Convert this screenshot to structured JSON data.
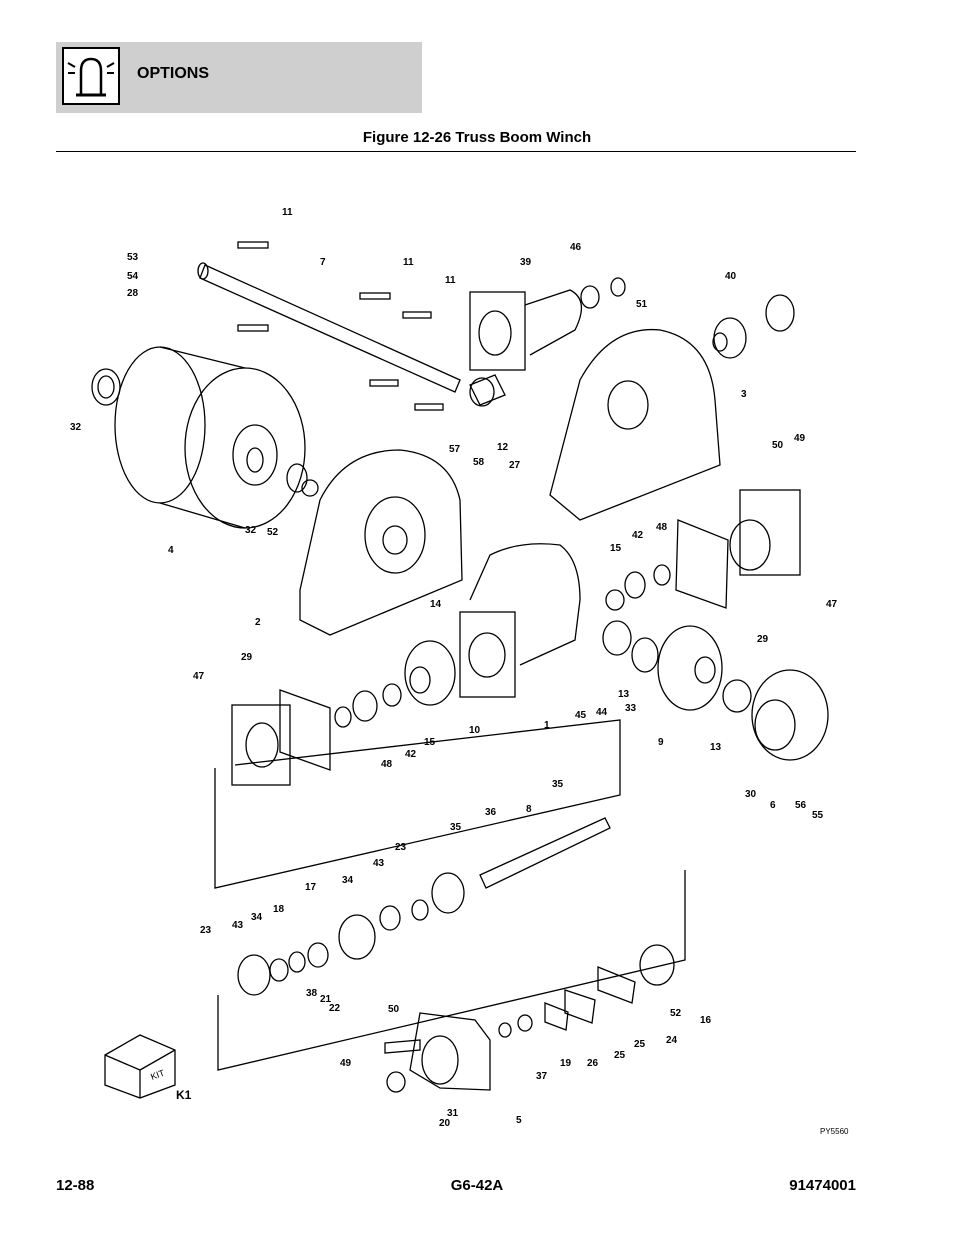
{
  "header": {
    "section_title": "OPTIONS",
    "icon": "options-light-icon"
  },
  "figure": {
    "caption": "Figure 12-26 Truss Boom Winch",
    "drawing_code": "PY5560",
    "kit_box_label": "KIT",
    "kit_callout": "K1"
  },
  "callouts": [
    "11",
    "7",
    "11",
    "11",
    "53",
    "54",
    "28",
    "39",
    "46",
    "51",
    "40",
    "32",
    "3",
    "12",
    "27",
    "57",
    "58",
    "50",
    "49",
    "4",
    "32",
    "52",
    "42",
    "48",
    "15",
    "2",
    "14",
    "47",
    "29",
    "47",
    "29",
    "48",
    "42",
    "15",
    "10",
    "1",
    "45",
    "44",
    "13",
    "33",
    "9",
    "13",
    "30",
    "6",
    "56",
    "55",
    "35",
    "36",
    "8",
    "35",
    "23",
    "17",
    "34",
    "43",
    "23",
    "43",
    "34",
    "18",
    "38",
    "21",
    "22",
    "16",
    "52",
    "24",
    "25",
    "25",
    "26",
    "19",
    "37",
    "50",
    "49",
    "31",
    "20",
    "5"
  ],
  "footer": {
    "page_number": "12-88",
    "model": "G6-42A",
    "part_number": "91474001"
  }
}
